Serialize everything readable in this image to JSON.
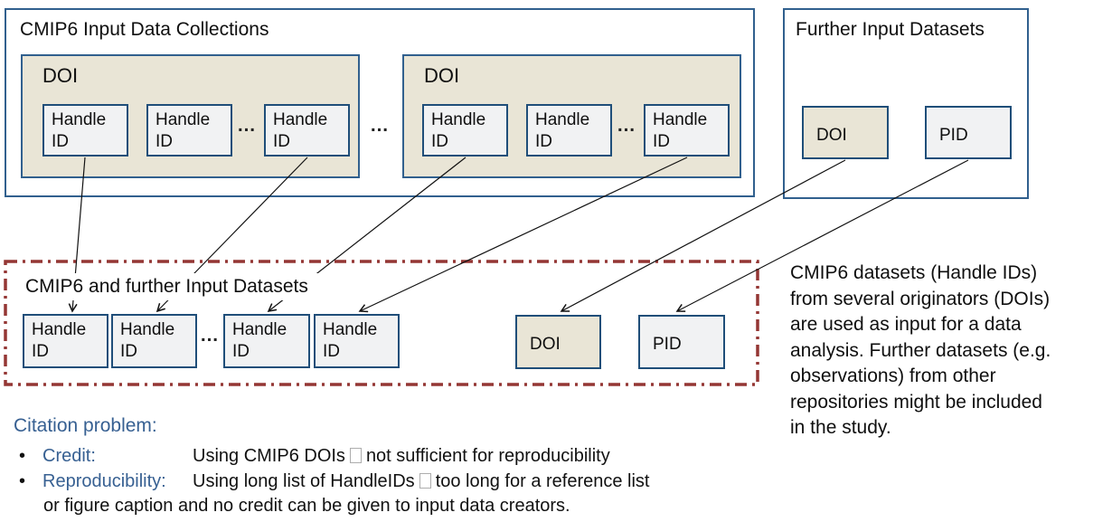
{
  "colors": {
    "frame_border": "#31608e",
    "box_border": "#1f4e79",
    "doi_fill": "#e9e5d6",
    "id_fill": "#f1f2f3",
    "dashed_border": "#943634",
    "accent_text": "#376092",
    "arrow": "#111111"
  },
  "cmip6_collections": {
    "title": "CMIP6 Input Data Collections",
    "between_ellipsis": "…",
    "doi_groups": [
      {
        "label": "DOI",
        "handles": [
          "Handle ID",
          "Handle ID",
          "Handle ID"
        ],
        "ellipsis": "…"
      },
      {
        "label": "DOI",
        "handles": [
          "Handle ID",
          "Handle ID",
          "Handle ID"
        ],
        "ellipsis": "…"
      }
    ]
  },
  "further_inputs": {
    "title": "Further Input Datasets",
    "doi": "DOI",
    "pid": "PID"
  },
  "merged": {
    "title": "CMIP6 and further Input Datasets",
    "handles": [
      "Handle ID",
      "Handle ID",
      "Handle ID",
      "Handle ID"
    ],
    "ellipsis": "…",
    "doi": "DOI",
    "pid": "PID"
  },
  "annotation": "CMIP6 datasets (Handle IDs)\nfrom several originators (DOIs)\nare used as input for a data\nanalysis. Further datasets (e.g.\nobservations) from other\nrepositories might be included\nin the study.",
  "citation": {
    "heading": "Citation problem:",
    "bullet_char": "•",
    "bullets": [
      {
        "label": "Credit:",
        "before_gap": "Using CMIP6 DOIs",
        "after_gap": "not sufficient for reproducibility"
      },
      {
        "label": "Reproducibility:",
        "before_gap": "Using long list of HandleIDs",
        "after_gap": "too long for a reference list"
      }
    ],
    "continuation": "or figure caption and no credit can be given to input data creators."
  }
}
